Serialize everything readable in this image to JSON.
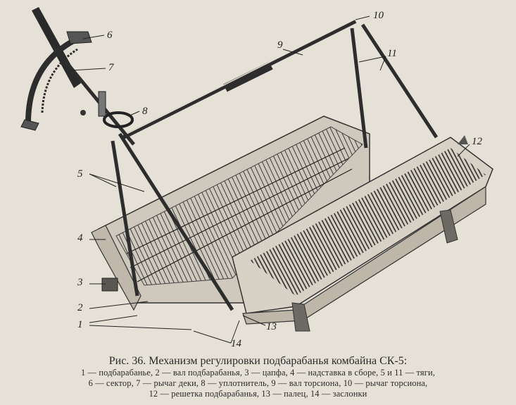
{
  "figure": {
    "callouts": [
      {
        "num": "1"
      },
      {
        "num": "2"
      },
      {
        "num": "3"
      },
      {
        "num": "4"
      },
      {
        "num": "5"
      },
      {
        "num": "6"
      },
      {
        "num": "7"
      },
      {
        "num": "8"
      },
      {
        "num": "9"
      },
      {
        "num": "10"
      },
      {
        "num": "11"
      },
      {
        "num": "12"
      },
      {
        "num": "13"
      },
      {
        "num": "14"
      }
    ]
  },
  "caption": {
    "title": "Рис. 36. Механизм регулировки подбарабанья комбайна СК-5:",
    "legend_lines": [
      "1 — подбарабанье, 2 — вал подбарабанья, 3 — цапфа, 4 — надставка в сборе, 5 и 11 — тяги,",
      "6 — сектор, 7 — рычаг деки, 8 — уплотнитель, 9 — вал торсиона, 10 — рычаг торсиона,",
      "12 — решетка подбарабанья, 13 — палец, 14 — заслонки"
    ]
  }
}
